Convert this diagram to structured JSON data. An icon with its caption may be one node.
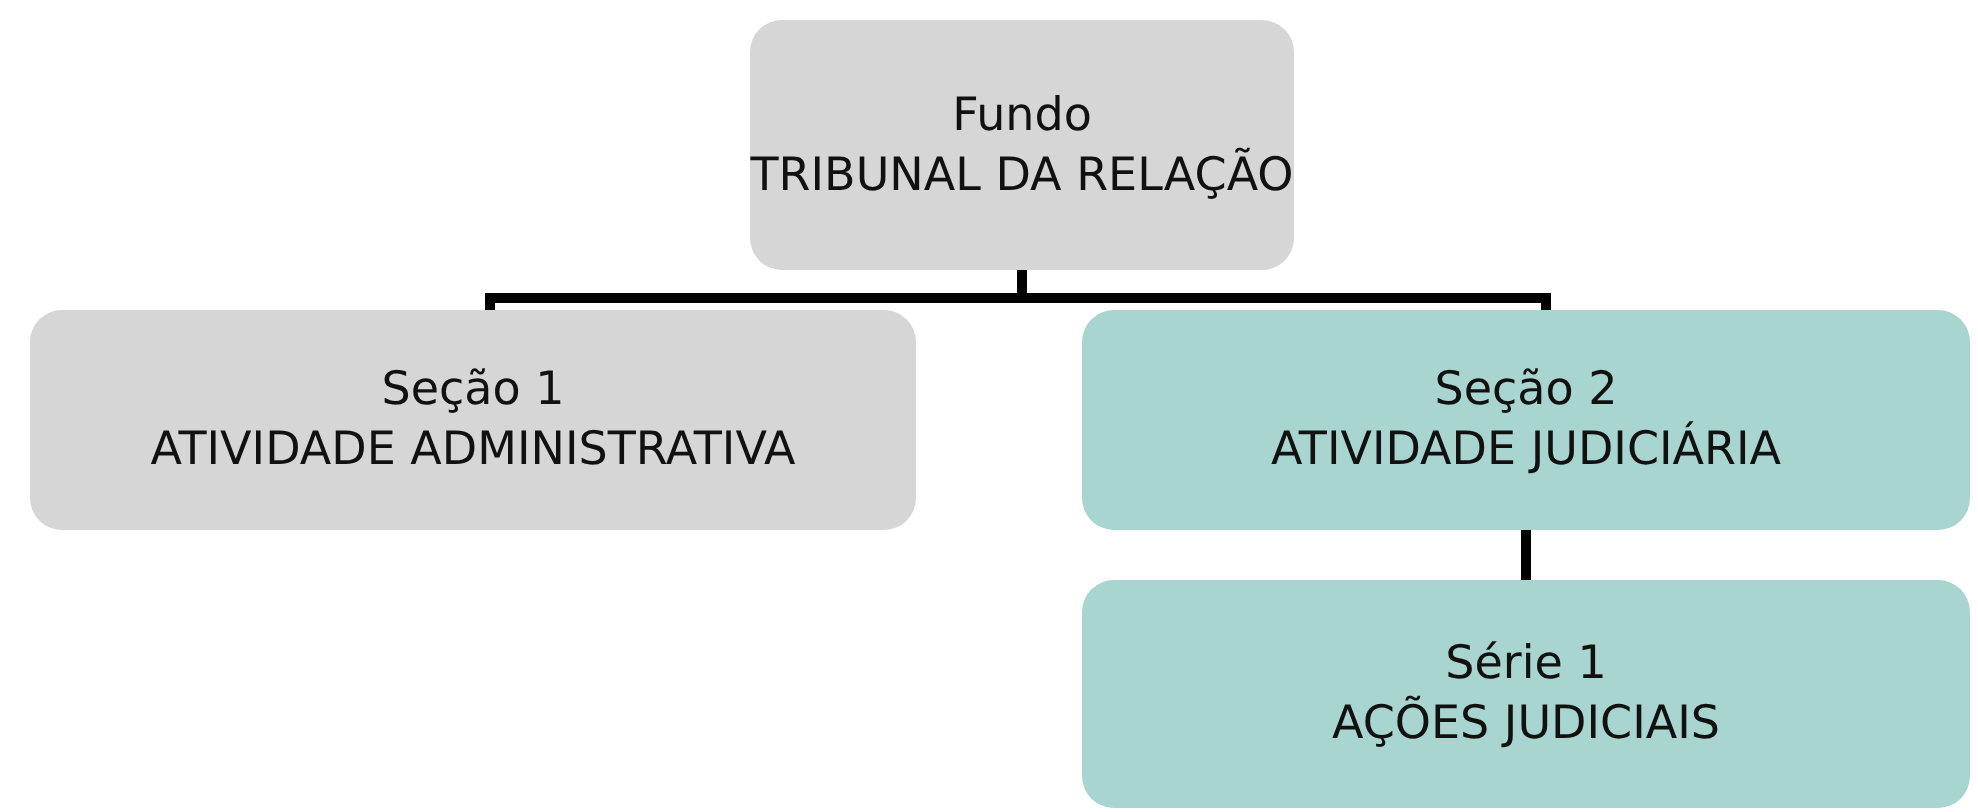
{
  "diagram": {
    "nodes": [
      {
        "text": [
          "Fundo",
          "TRIBUNAL DA RELAÇÃO"
        ]
      },
      {
        "text": [
          "Seção 1",
          "ATIVIDADE ADMINISTRATIVA"
        ]
      },
      {
        "text": [
          "Seção 2",
          "ATIVIDADE JUDICIÁRIA"
        ]
      },
      {
        "text": [
          "Série 1",
          "AÇÕES JUDICIAIS"
        ]
      }
    ],
    "edges": [
      {
        "from": 0,
        "to": 1,
        "arrow": "none"
      },
      {
        "from": 0,
        "to": 2,
        "arrow": "none"
      },
      {
        "from": 2,
        "to": 3,
        "arrow": "none"
      }
    ]
  }
}
